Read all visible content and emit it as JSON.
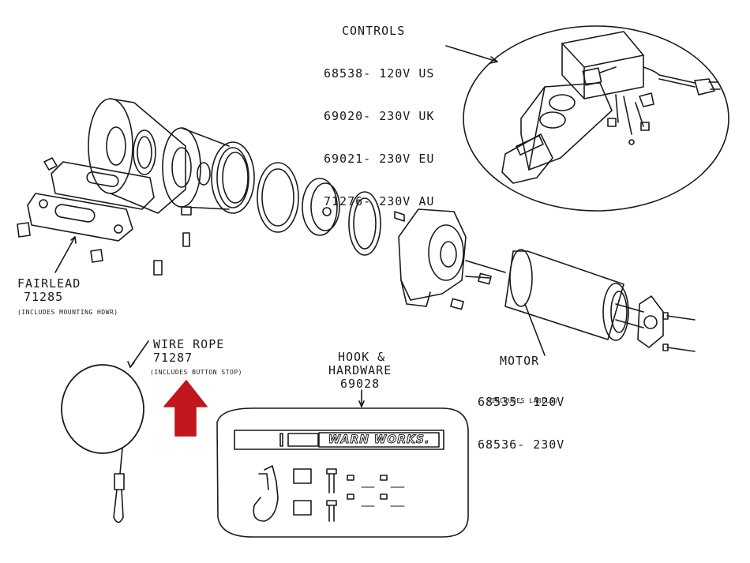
{
  "controls": {
    "title": "CONTROLS",
    "parts": [
      "68538- 120V US",
      "69020- 230V UK",
      "69021- 230V EU",
      "71276- 230V AU"
    ]
  },
  "fairlead": {
    "title": "FAIRLEAD",
    "part": "71285",
    "note": "(INCLUDES MOUNTING HDWR)"
  },
  "wire_rope": {
    "title": "WIRE ROPE",
    "part": "71287",
    "note": "(INCLUDES BUTTON STOP)"
  },
  "hook": {
    "title_line1": "HOOK &",
    "title_line2": "HARDWARE",
    "part": "69028"
  },
  "motor": {
    "title": "MOTOR",
    "parts": [
      "68535- 120V",
      "68536- 230V"
    ],
    "note": "(INCLUDES LABELS)"
  },
  "label_strip": {
    "brand": "WARN WORKS."
  },
  "colors": {
    "arrow": "#c0161c",
    "line": "#1a1a1a"
  },
  "icons": [
    "arrow-up-icon"
  ]
}
